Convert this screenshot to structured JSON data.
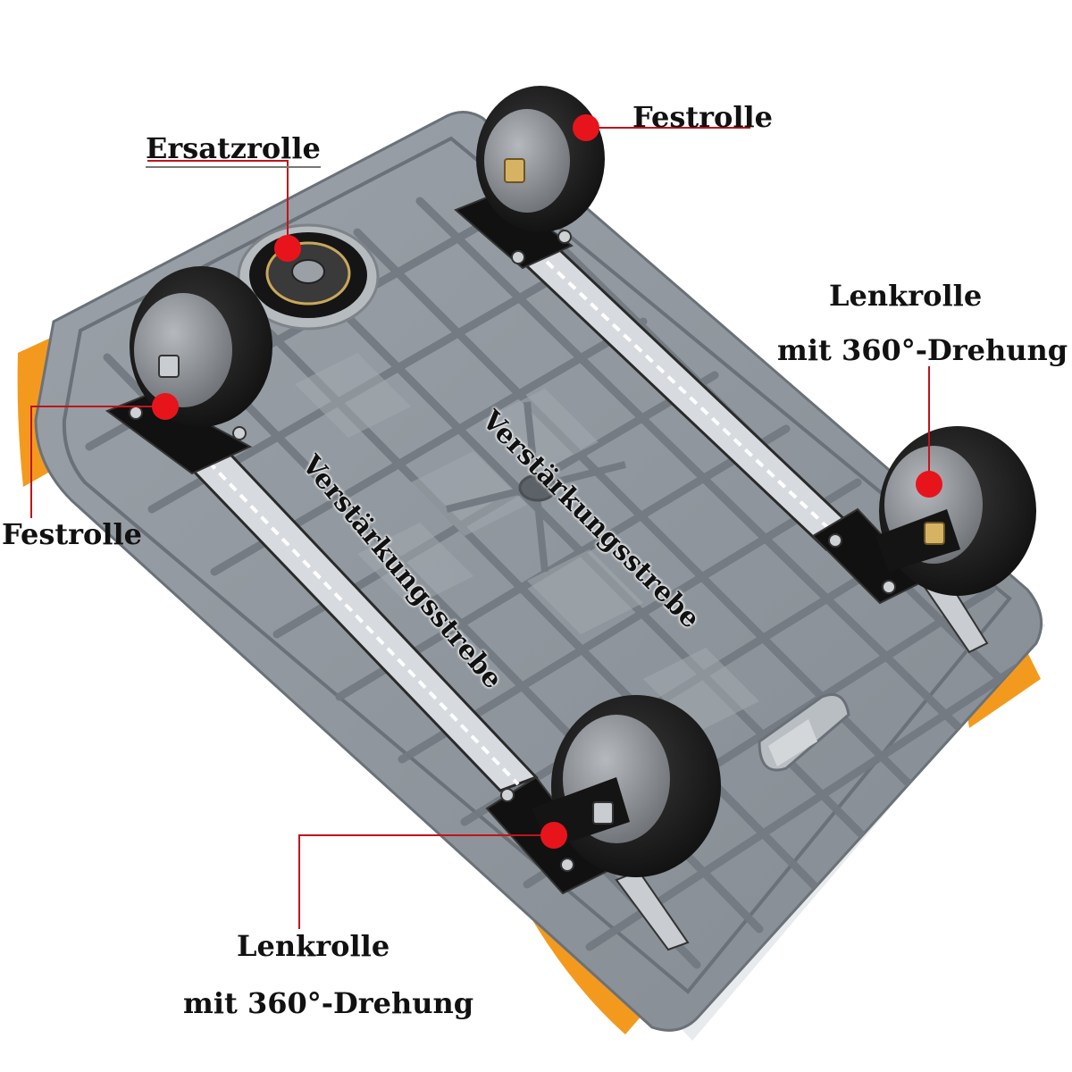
{
  "labels": {
    "spare_wheel": "Ersatzrolle",
    "fixed_wheel_top": "Festrolle",
    "fixed_wheel_left": "Festrolle",
    "swivel_right_line1": "Lenkrolle",
    "swivel_right_line2": "mit 360°-Drehung",
    "swivel_bottom_line1": "Lenkrolle",
    "swivel_bottom_line2": "mit 360°-Drehung",
    "brace_right": "Verstärkungsstrebe",
    "brace_left": "Verstärkungsstrebe"
  },
  "colors": {
    "platform": "#8f969d",
    "platform_dark": "#6f767d",
    "platform_light": "#a7adb3",
    "corner": "#f39a1e",
    "wheel": "#151515",
    "hub": "#8c8f93",
    "marker": "#e8141c",
    "leader": "#c0141a"
  }
}
